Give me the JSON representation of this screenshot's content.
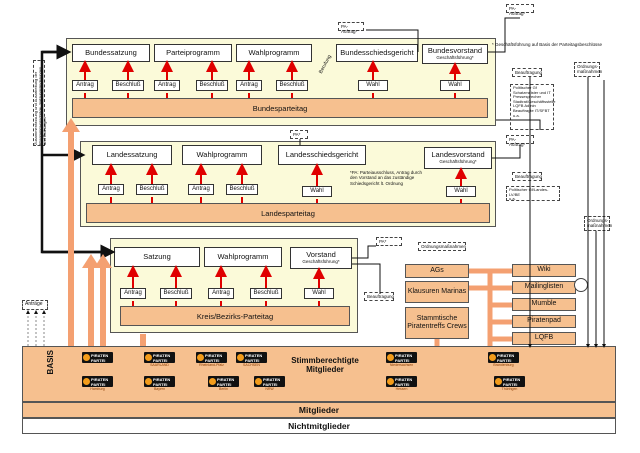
{
  "bund": {
    "bundessatzung": "Bundessatzung",
    "parteiprogramm": "Parteiprogramm",
    "wahlprogramm": "Wahlprogramm",
    "schiedsgericht": "Bundesschiedsgericht",
    "vorstand": "Bundesvorstand",
    "vorstand_sub": "Geschäftsführung*",
    "antrag": "Antrag",
    "beschluss": "Beschluß",
    "wahl": "Wahl",
    "parteitag": "Bundesparteitag",
    "berufung": "Berufung"
  },
  "land": {
    "satzung": "Landessatzung",
    "wahlprogramm": "Wahlprogramm",
    "schiedsgericht": "Landesschiedsgericht",
    "vorstand": "Landesvorstand",
    "vorstand_sub": "Geschäftsführung*",
    "antrag": "Antrag",
    "beschluss": "Beschluß",
    "wahl": "Wahl",
    "parteitag": "Landesparteitag",
    "pa_note": "*PA: Parteiausschluss, Antrag durch den Vorstand an das zuständige Schiedsgericht lt. Ordnung"
  },
  "kreis": {
    "satzung": "Satzung",
    "wahlprogramm": "Wahlprogramm",
    "vorstand": "Vorstand",
    "vorstand_sub": "Geschäftsführung*",
    "antrag": "Antrag",
    "beschluss": "Beschluß",
    "wahl": "Wahl",
    "parteitag": "Kreis/Bezirks-Parteitag"
  },
  "side_notes": {
    "pa_auftrag_1": "PA-Auftrag*",
    "pa_auftrag_2": "PA-Auftrag*",
    "pa_1": "PA*",
    "pa_2": "PA*",
    "pa_auftrag_3": "PA-Auftrag*",
    "gf_note": "* Geschäftsführung auf Basis der Parteitagsbeschlüsse",
    "beauftragung_1": "Beauftragung",
    "beauftragung_2": "Beauftragung",
    "beauftragung_3": "Beauftragung",
    "ordnungsmassnahmen_1": "Ordnungs-maßnahmen",
    "ordnungsmassnahmen_2": "Ordnungs-maßnahmen",
    "ordnungsmassnahmen_3": "Ordnungsmaßnahmen",
    "left_vertical": "Zusammenfassung und Ausarbeitung der Programmvorschläge, Satzungsänderungen und Ordnungen",
    "bund_functions": [
      "Politischer Gf",
      "Schatzmeister und IT",
      "Pressesprecher",
      "Stadtrat/Geschäftsstelle",
      "LQFB Admin",
      "Beauftragte IT/SFBT",
      "u.a."
    ],
    "land_functions": [
      "Politischer Gf/Landes-LV/BE",
      "u.a."
    ]
  },
  "tools": {
    "ags": "AGs",
    "klausuren": "Klausuren Marinas",
    "stammtische": "Stammtische Piratentreffs Crews",
    "wiki": "Wiki",
    "mailinglisten": "Mailinglisten",
    "mumble": "Mumble",
    "piratenpad": "Piratenpad",
    "lqfb": "LQFB"
  },
  "basis": {
    "antraege": "Anträge",
    "basis_label": "BASIS",
    "stimmberechtigte": "Stimmberechtigte Mitglieder",
    "mitglieder": "Mitglieder",
    "nichtmitglieder": "Nichtmitglieder",
    "logos": [
      {
        "name": "PIRATEN PARTEI",
        "sub": ""
      },
      {
        "name": "PIRATEN PARTEI",
        "sub": "SAARLAND"
      },
      {
        "name": "PIRATEN PARTEI",
        "sub": "Rheinland-Pfalz"
      },
      {
        "name": "PIRATEN PARTEI",
        "sub": "SACHSEN"
      },
      {
        "name": "PIRATEN PARTEI",
        "sub": "Niedersachsen"
      },
      {
        "name": "PIRATEN PARTEI",
        "sub": "Brandenburg"
      },
      {
        "name": "PIRATEN PARTEI",
        "sub": "Hamburg"
      },
      {
        "name": "PIRATEN PARTEI",
        "sub": "Bayern"
      },
      {
        "name": "PIRATEN PARTEI",
        "sub": "Berlin"
      },
      {
        "name": "PIRATEN PARTEI",
        "sub": "NRW"
      },
      {
        "name": "PIRATEN PARTEI",
        "sub": "Hessen"
      },
      {
        "name": "PIRATEN PARTEI",
        "sub": "Thüringen"
      }
    ]
  },
  "colors": {
    "arrow_red": "#e00000",
    "orange": "#f6c08f",
    "level_bg": "#fbfad9"
  }
}
